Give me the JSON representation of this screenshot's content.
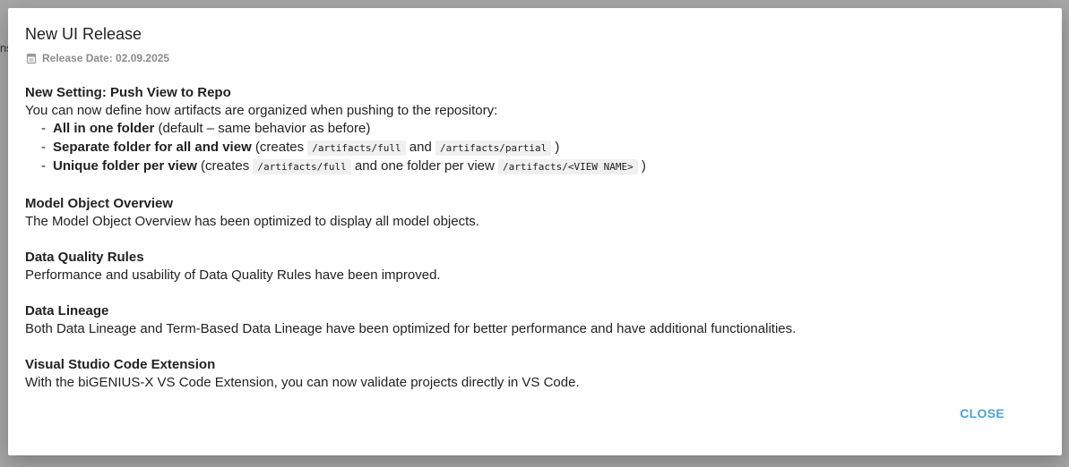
{
  "backdrop": {
    "partial_text": "ns"
  },
  "dialog": {
    "title": "New UI Release",
    "release_date": "Release Date: 02.09.2025",
    "close_label": "CLOSE"
  },
  "sections": {
    "push_view": {
      "title": "New Setting: Push View to Repo",
      "intro": "You can now define how artifacts are organized when pushing to the repository:",
      "bullets": [
        {
          "bold": "All in one folder",
          "text": " (default – same behavior as before)"
        },
        {
          "bold": "Separate folder for all and view",
          "text1": " (creates ",
          "code1": "/artifacts/full",
          "text2": " and ",
          "code2": "/artifacts/partial",
          "text3": " )"
        },
        {
          "bold": "Unique folder per view",
          "text1": " (creates ",
          "code1": "/artifacts/full",
          "text2": " and one folder per view ",
          "code2": "/artifacts/<VIEW NAME>",
          "text3": " )"
        }
      ]
    },
    "model_object": {
      "title": "Model Object Overview",
      "body": "The Model Object Overview has been optimized to display all model objects."
    },
    "dq_rules": {
      "title": "Data Quality Rules",
      "body": "Performance and usability of Data Quality Rules have been improved."
    },
    "lineage": {
      "title": "Data Lineage",
      "body": "Both Data Lineage and Term-Based Data Lineage have been optimized for better performance and have additional functionalities."
    },
    "vscode": {
      "title": "Visual Studio Code Extension",
      "body": "With the biGENIUS-X VS Code Extension, you can now validate projects directly in VS Code."
    }
  },
  "icons": {
    "release_date": "calendar-page-icon"
  },
  "colors": {
    "accent": "#4aa3d8",
    "backdrop": "#a6a6a6",
    "muted": "#8c8c8c"
  }
}
